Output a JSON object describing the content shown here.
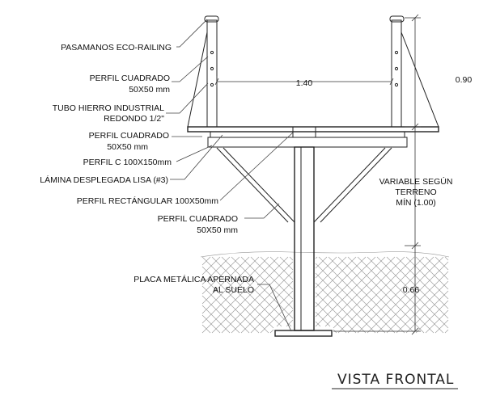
{
  "labels": {
    "railing": "PASAMANOS ECO-RAILING",
    "perfil_cuadrado_1a": "PERFIL CUADRADO",
    "perfil_cuadrado_1b": "50X50 mm",
    "tubo_a": "TUBO HIERRO INDUSTRIAL",
    "tubo_b": "REDONDO 1/2\"",
    "perfil_cuadrado_2a": "PERFIL CUADRADO",
    "perfil_cuadrado_2b": "50X50 mm",
    "perfil_c": "PERFIL C 100X150mm",
    "lamina": "LÁMINA DESPLEGADA LISA (#3)",
    "perfil_rect": "PERFIL RECTÁNGULAR 100X50mm",
    "perfil_cuadrado_3a": "PERFIL CUADRADO",
    "perfil_cuadrado_3b": "50X50 mm",
    "placa_a": "PLACA METÁLICA APERNADA",
    "placa_b": "AL SUELO"
  },
  "dimensions": {
    "width": "1.40",
    "railing_height": "0.90",
    "variable_a": "VARIABLE SEGÚN",
    "variable_b": "TERRENO",
    "variable_c": "MÍN (1.00)",
    "foundation": "0.66"
  },
  "title": "VISTA FRONTAL"
}
